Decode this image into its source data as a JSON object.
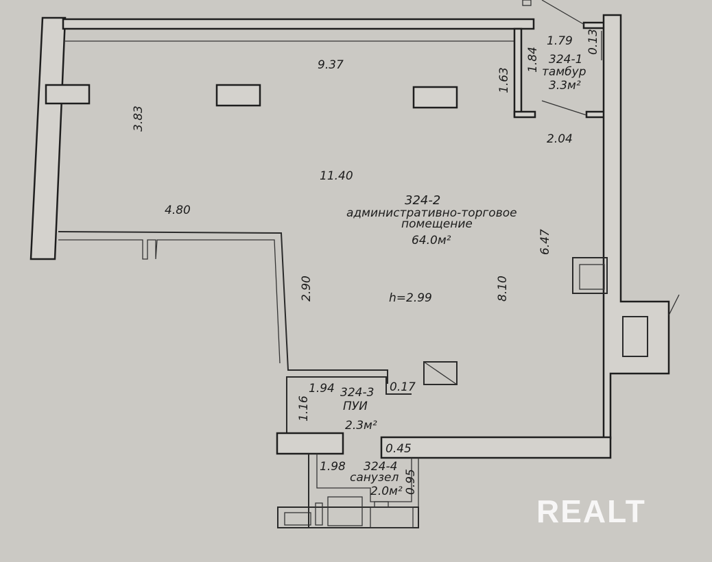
{
  "rooms": [
    {
      "id": "324-1",
      "name": "тамбур",
      "area": "3.3м²"
    },
    {
      "id": "324-2",
      "name": "административно-торговое",
      "name2": "помещение",
      "area": "64.0м²",
      "height": "h=2.99"
    },
    {
      "id": "324-3",
      "name": "ПУИ",
      "area": "2.3м²"
    },
    {
      "id": "324-4",
      "name": "санузел",
      "area": "2.0м²"
    }
  ],
  "dimensions": {
    "d937": "9.37",
    "d383": "3.83",
    "d1140": "11.40",
    "d480": "4.80",
    "d163": "1.63",
    "d184": "1.84",
    "d179": "1.79",
    "d013": "0.13",
    "d204": "2.04",
    "d647": "6.47",
    "d290": "2.90",
    "d810": "8.10",
    "d194": "1.94",
    "d017": "0.17",
    "d116": "1.16",
    "d045": "0.45",
    "d198": "1.98",
    "d095": "0.95"
  },
  "watermark": "REALT"
}
